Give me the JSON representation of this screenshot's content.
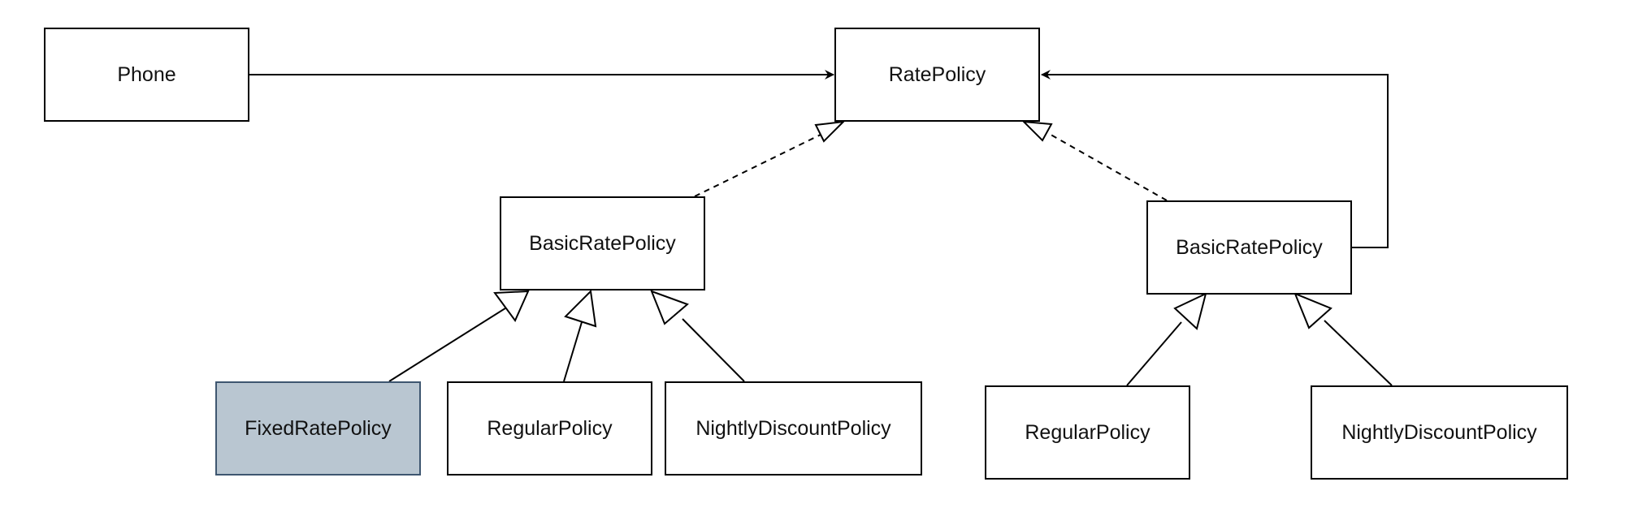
{
  "diagram": {
    "nodes": {
      "phone": {
        "label": "Phone"
      },
      "rate_policy": {
        "label": "RatePolicy"
      },
      "basic_left": {
        "label": "BasicRatePolicy"
      },
      "basic_right": {
        "label": "BasicRatePolicy"
      },
      "fixed_rate": {
        "label": "FixedRatePolicy"
      },
      "regular_left": {
        "label": "RegularPolicy"
      },
      "nightly_left": {
        "label": "NightlyDiscountPolicy"
      },
      "regular_right": {
        "label": "RegularPolicy"
      },
      "nightly_right": {
        "label": "NightlyDiscountPolicy"
      }
    },
    "edges": [
      {
        "from": "phone",
        "to": "rate_policy",
        "kind": "association"
      },
      {
        "from": "basic_left",
        "to": "rate_policy",
        "kind": "realization"
      },
      {
        "from": "basic_right",
        "to": "rate_policy",
        "kind": "realization"
      },
      {
        "from": "basic_right",
        "to": "rate_policy",
        "kind": "association"
      },
      {
        "from": "fixed_rate",
        "to": "basic_left",
        "kind": "generalization"
      },
      {
        "from": "regular_left",
        "to": "basic_left",
        "kind": "generalization"
      },
      {
        "from": "nightly_left",
        "to": "basic_left",
        "kind": "generalization"
      },
      {
        "from": "regular_right",
        "to": "basic_right",
        "kind": "generalization"
      },
      {
        "from": "nightly_right",
        "to": "basic_right",
        "kind": "generalization"
      }
    ],
    "colors": {
      "highlight_fill": "#b9c6d1",
      "highlight_border": "#3e5670",
      "line": "#000000"
    }
  }
}
